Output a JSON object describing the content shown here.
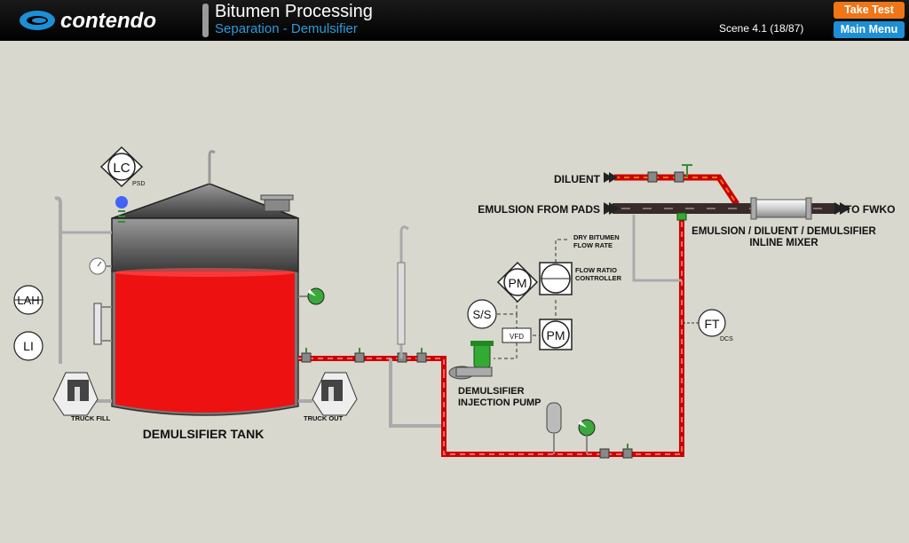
{
  "header": {
    "logo_text": "contendo",
    "title": "Bitumen Processing",
    "subtitle": "Separation - Demulsifier",
    "scene": "Scene 4.1 (18/87)",
    "take_test": "Take Test",
    "main_menu": "Main Menu"
  },
  "diagram": {
    "tank_label": "DEMULSIFIER TANK",
    "truck_fill": "TRUCK FILL",
    "truck_out": "TRUCK OUT",
    "lc": "LC",
    "psd": "PSD",
    "lah": "LAH",
    "li": "LI",
    "pm_top": "PM",
    "pm_bottom": "PM",
    "ss": "S/S",
    "vfd": "VFD",
    "ft": "FT",
    "dcs": "DCS",
    "dry_bitumen_1": "DRY BITUMEN",
    "dry_bitumen_2": "FLOW RATE",
    "frc_1": "FLOW RATIO",
    "frc_2": "CONTROLLER",
    "pump_1": "DEMULSIFIER",
    "pump_2": "INJECTION PUMP",
    "diluent": "DILUENT",
    "emulsion_from_pads": "EMULSION FROM PADS",
    "to_fwko": "TO FWKO",
    "mixer_1": "EMULSION / DILUENT / DEMULSIFIER",
    "mixer_2": "INLINE MIXER"
  },
  "colors": {
    "liquid": "#ee1111",
    "accent_orange": "#f07515",
    "accent_blue": "#1c8fd6"
  }
}
